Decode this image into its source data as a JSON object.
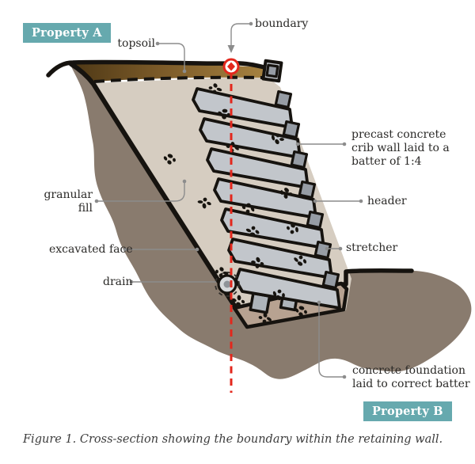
{
  "figure": {
    "badges": {
      "property_a": {
        "label": "Property A"
      },
      "property_b": {
        "label": "Property B"
      }
    },
    "annotations": {
      "topsoil": "topsoil",
      "boundary": "boundary",
      "crib_wall": "precast concrete crib wall laid to a batter of 1:4",
      "granular_fill": "granular fill",
      "header": "header",
      "excavated_face": "excavated face",
      "stretcher": "stretcher",
      "drain": "drain",
      "foundation": "concrete foundation laid to correct batter"
    },
    "caption": "Figure 1. Cross-section showing the boundary within the retaining wall.",
    "colors": {
      "badge_teal": "#66a9ae",
      "boundary_red": "#e3271c",
      "soil_taupe": "#897b6e",
      "granular_fill_beige": "#d6cdc1",
      "concrete_gray": "#c2c6cb",
      "header_gray": "#969ca4",
      "topsoil_brown": "#7b5a28",
      "foundation_tan": "#b7a291",
      "outline_black": "#16130f",
      "leader_gray": "#8c8c8c",
      "label_text": "#2b2a28"
    }
  }
}
